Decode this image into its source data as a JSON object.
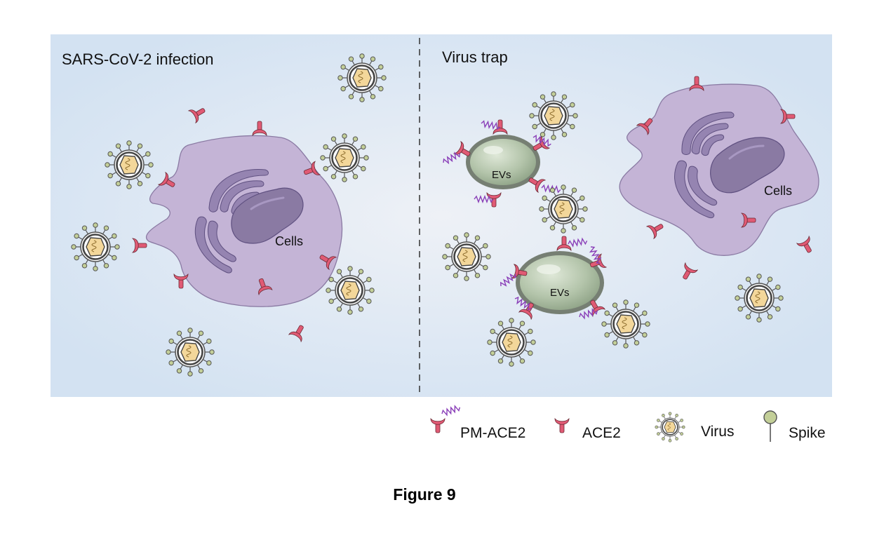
{
  "panels": {
    "left_title": "SARS-CoV-2 infection",
    "right_title": "Virus trap"
  },
  "labels": {
    "cells_left": "Cells",
    "cells_right": "Cells",
    "evs_top": "EVs",
    "evs_bottom": "EVs"
  },
  "legend": {
    "pm_ace2": "PM-ACE2",
    "ace2": "ACE2",
    "virus": "Virus",
    "spike": "Spike"
  },
  "caption": "Figure 9",
  "colors": {
    "background": "#d6e3f1",
    "cell": "#c2b2d3",
    "nucleus": "#8a7aa3",
    "ace2": "#e05a74",
    "ev": "#a9bba0",
    "virus_core": "#f3d79a",
    "spike": "#b7c48c",
    "pm_linker": "#8a3fb8"
  }
}
